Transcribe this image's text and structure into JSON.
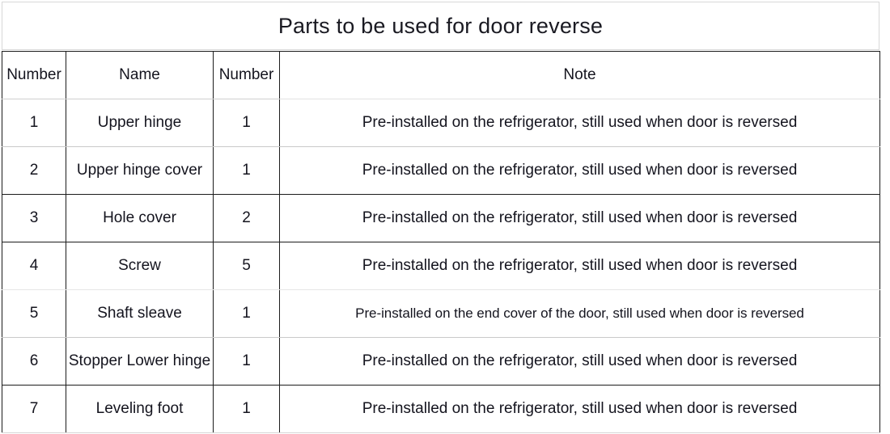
{
  "document": {
    "title": "Parts to be used for door reverse"
  },
  "table": {
    "headers": {
      "number": "Number",
      "name": "Name",
      "quantity": "Number",
      "note": "Note"
    },
    "rows": [
      {
        "number": "1",
        "name": "Upper hinge",
        "quantity": "1",
        "note": "Pre-installed on the refrigerator, still used when door is reversed"
      },
      {
        "number": "2",
        "name": "Upper hinge cover",
        "quantity": "1",
        "note": "Pre-installed on the refrigerator, still used when door is reversed"
      },
      {
        "number": "3",
        "name": "Hole cover",
        "quantity": "2",
        "note": "Pre-installed on the refrigerator, still used when door is reversed"
      },
      {
        "number": "4",
        "name": "Screw",
        "quantity": "5",
        "note": "Pre-installed on the refrigerator, still used when door is reversed"
      },
      {
        "number": "5",
        "name": "Shaft sleave",
        "quantity": "1",
        "note": "Pre-installed on the end cover of the door, still used when door is reversed"
      },
      {
        "number": "6",
        "name": "Stopper Lower hinge",
        "quantity": "1",
        "note": "Pre-installed on the refrigerator, still used when door is reversed"
      },
      {
        "number": "7",
        "name": "Leveling foot",
        "quantity": "1",
        "note": "Pre-installed on the refrigerator, still used when door is reversed"
      }
    ]
  },
  "colors": {
    "text": "#14141e",
    "border_dark": "#1c1c1c",
    "border_light": "#c9c9c9",
    "background": "#ffffff"
  }
}
